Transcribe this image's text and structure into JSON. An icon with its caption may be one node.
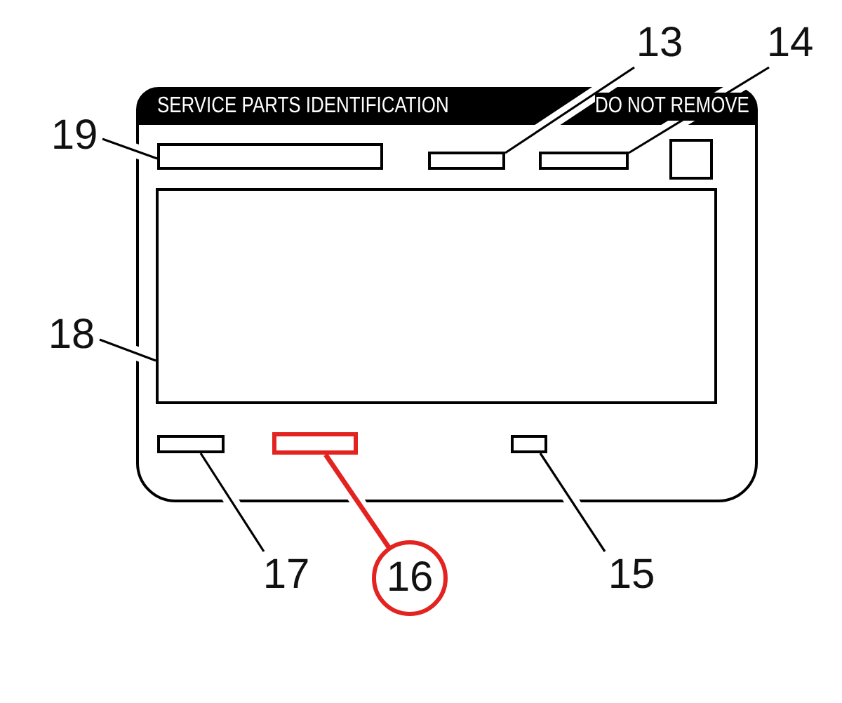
{
  "diagram": {
    "nodes": [
      {
        "text": [
          "SERVICE PARTS IDENTIFICATION",
          "DO NOT REMOVE"
        ]
      },
      {
        "text": [],
        "shape": "box",
        "in": 0
      },
      {
        "text": [],
        "shape": "box",
        "in": 0
      },
      {
        "text": [],
        "shape": "box",
        "in": 0
      },
      {
        "text": [],
        "shape": "box",
        "in": 0
      },
      {
        "text": [],
        "shape": "box",
        "in": 0
      },
      {
        "text": [],
        "shape": "box",
        "in": 0
      },
      {
        "text": [],
        "shape": "box",
        "in": 0
      },
      {
        "text": [],
        "shape": "box",
        "in": 0
      },
      {
        "text": [
          "13"
        ]
      },
      {
        "text": [
          "14"
        ]
      },
      {
        "text": [
          "19"
        ]
      },
      {
        "text": [
          "18"
        ]
      },
      {
        "text": [
          "17"
        ]
      },
      {
        "text": [
          "16"
        ]
      },
      {
        "text": [
          "15"
        ]
      }
    ],
    "edges": [
      {
        "from": 9,
        "to": 2,
        "arrow": "none"
      },
      {
        "from": 10,
        "to": 3,
        "arrow": "none"
      },
      {
        "from": 11,
        "to": 1,
        "arrow": "none"
      },
      {
        "from": 12,
        "to": 5,
        "arrow": "none"
      },
      {
        "from": 13,
        "to": 6,
        "arrow": "none"
      },
      {
        "from": 14,
        "to": 7,
        "arrow": "none",
        "style": "thick",
        "color": "#e32320"
      },
      {
        "from": 15,
        "to": 8,
        "arrow": "none"
      }
    ]
  }
}
